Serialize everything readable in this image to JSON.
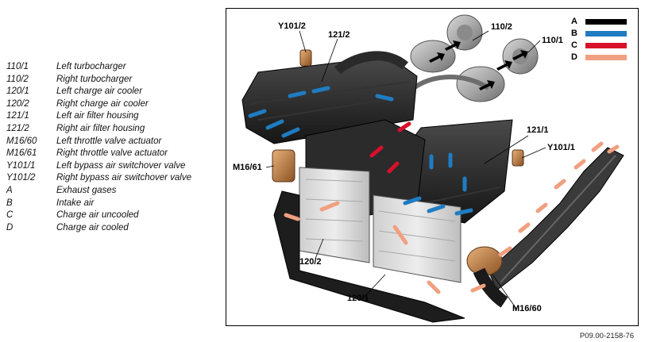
{
  "legend": [
    {
      "code": "110/1",
      "desc": "Left turbocharger"
    },
    {
      "code": "110/2",
      "desc": "Right turbocharger"
    },
    {
      "code": "120/1",
      "desc": "Left charge air cooler"
    },
    {
      "code": "120/2",
      "desc": "Right charge air cooler"
    },
    {
      "code": "121/1",
      "desc": "Left air filter housing"
    },
    {
      "code": "121/2",
      "desc": "Right air filter housing"
    },
    {
      "code": "M16/60",
      "desc": "Left throttle valve actuator"
    },
    {
      "code": "M16/61",
      "desc": "Right throttle valve actuator"
    },
    {
      "code": "Y101/1",
      "desc": "Left bypass air switchover valve"
    },
    {
      "code": "Y101/2",
      "desc": "Right bypass air switchover valve"
    },
    {
      "code": "A",
      "desc": "Exhaust gases"
    },
    {
      "code": "B",
      "desc": "Intake air"
    },
    {
      "code": "C",
      "desc": "Charge air uncooled"
    },
    {
      "code": "D",
      "desc": "Charge air cooled"
    }
  ],
  "callouts": {
    "y101_2": "Y101/2",
    "c121_2": "121/2",
    "c110_2": "110/2",
    "c110_1": "110/1",
    "c121_1": "121/1",
    "y101_1": "Y101/1",
    "m16_61": "M16/61",
    "c120_2": "120/2",
    "c120_1": "120/1",
    "m16_60": "M16/60"
  },
  "key": [
    {
      "letter": "A",
      "color": "#000000"
    },
    {
      "letter": "B",
      "color": "#1f7cc2"
    },
    {
      "letter": "C",
      "color": "#d8102a"
    },
    {
      "letter": "D",
      "color": "#f0a080"
    }
  ],
  "figure_id": "P09.00-2158-76"
}
